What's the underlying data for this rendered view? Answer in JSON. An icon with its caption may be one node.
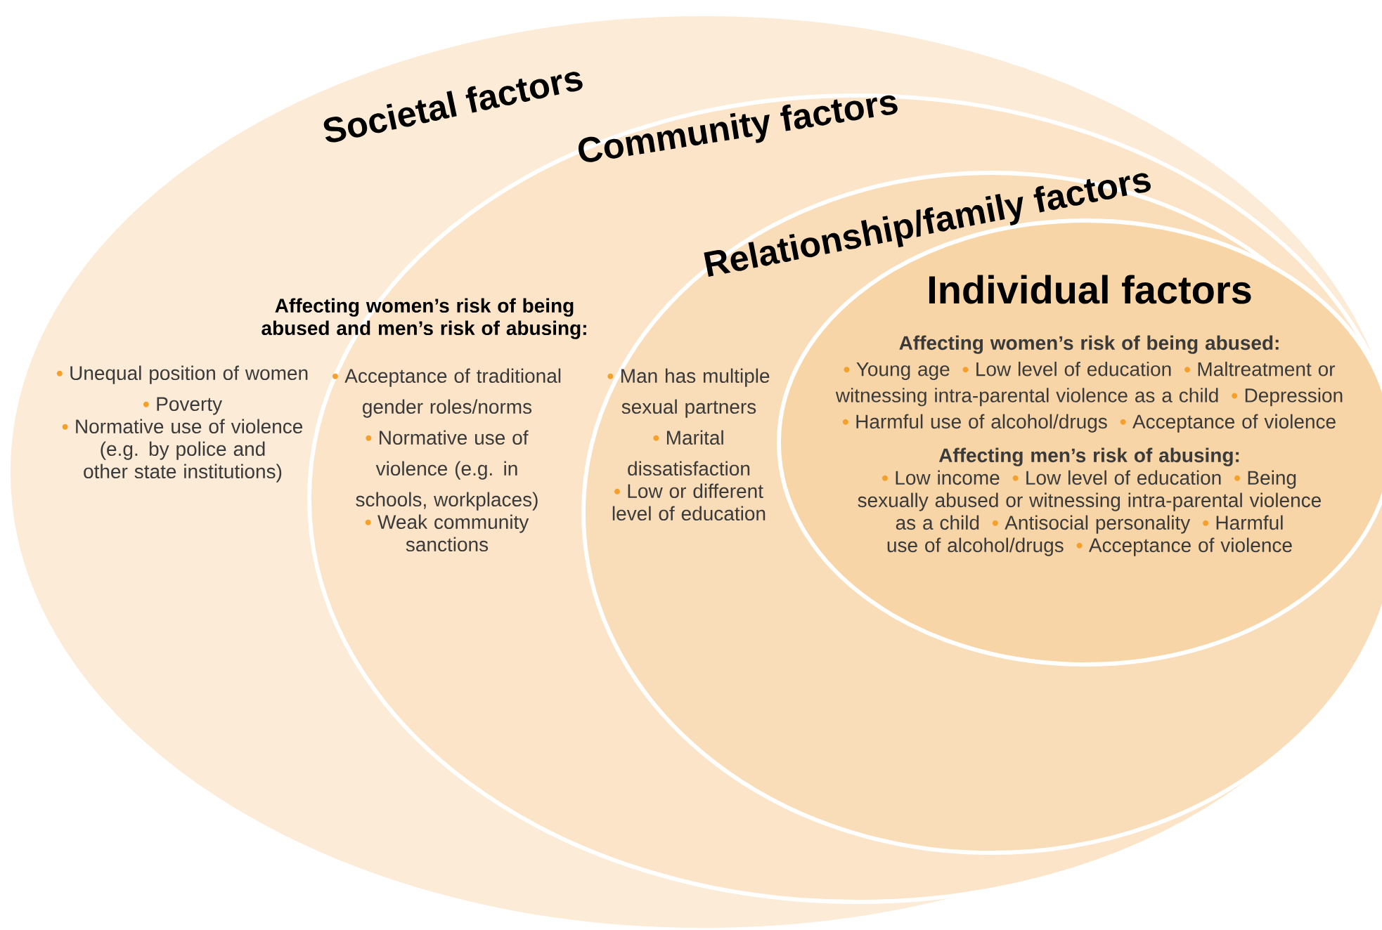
{
  "diagram": {
    "nodes": [
      {
        "text": [
          "Societal factors",
          "Unequal position of women",
          "Poverty",
          "Normative use of violence (e.g. by police and other state institutions)"
        ]
      },
      {
        "text": [
          "Community factors",
          "Acceptance of traditional gender roles/norms",
          "Normative use of violence (e.g. in schools, workplaces)",
          "Weak community sanctions"
        ],
        "in": 0
      },
      {
        "text": [
          "Relationship/family factors",
          "Man has multiple sexual partners",
          "Marital dissatisfaction",
          "Low or different level of education"
        ],
        "in": 1
      },
      {
        "text": [
          "Individual factors",
          "Affecting women’s risk of being abused:",
          "Young age",
          "Low level of education",
          "Maltreatment or witnessing intra-parental violence as a child",
          "Depression",
          "Harmful use of alcohol/drugs",
          "Acceptance of violence",
          "Affecting men’s risk of abusing:",
          "Low income",
          "Low level of education",
          "Being sexually abused or witnessing intra-parental violence as a child",
          "Antisocial personality",
          "Harmful use of alcohol/drugs",
          "Acceptance of violence"
        ],
        "in": 2
      }
    ],
    "labels": [
      "Affecting women’s risk of being abused and men’s risk of abusing:"
    ]
  }
}
